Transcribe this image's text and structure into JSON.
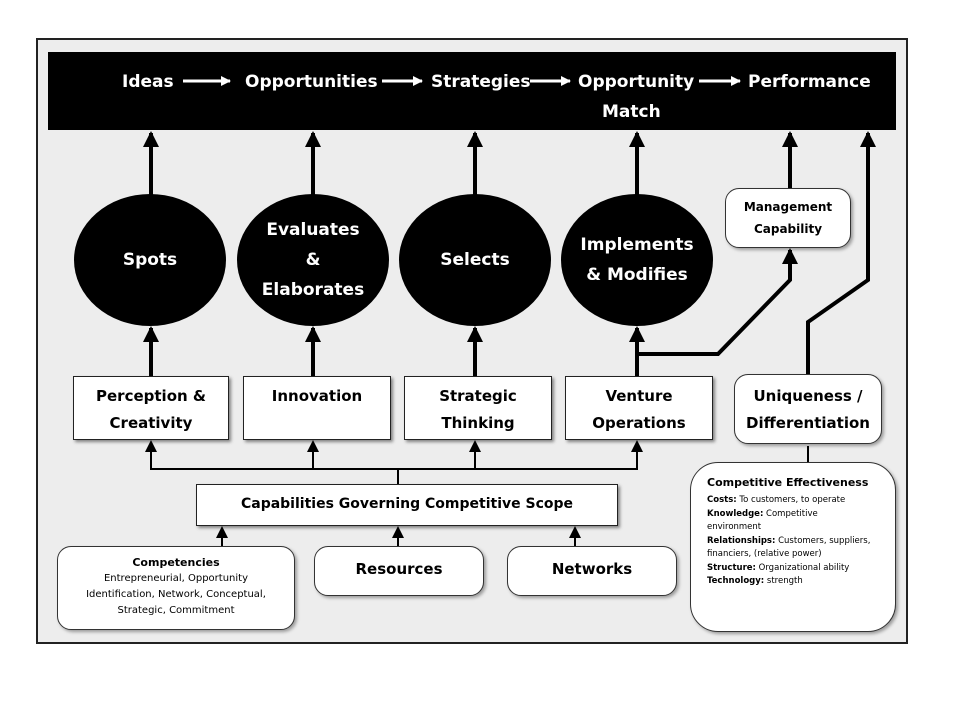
{
  "top_bar": {
    "ideas": "Ideas",
    "opportunities": "Opportunities",
    "strategies": "Strategies",
    "opportunity": "Opportunity",
    "match": "Match",
    "performance": "Performance"
  },
  "circles": {
    "spots": "Spots",
    "evaluates": "Evaluates",
    "amp": "&",
    "elaborates": "Elaborates",
    "selects": "Selects",
    "implements": "Implements",
    "modifies": "& Modifies"
  },
  "management": {
    "line1": "Management",
    "line2": "Capability"
  },
  "capabilities": {
    "perception_line1": "Perception &",
    "perception_line2": "Creativity",
    "innovation": "Innovation",
    "strategic_line1": "Strategic",
    "strategic_line2": "Thinking",
    "venture_line1": "Venture",
    "venture_line2": "Operations"
  },
  "uniqueness": {
    "line1": "Uniqueness /",
    "line2": "Differentiation"
  },
  "scope": "Capabilities Governing Competitive Scope",
  "competencies": {
    "title": "Competencies",
    "line1": "Entrepreneurial, Opportunity",
    "line2": "Identification, Network, Conceptual,",
    "line3": "Strategic, Commitment"
  },
  "resources": "Resources",
  "networks": "Networks",
  "competitive_effectiveness": {
    "title": "Competitive Effectiveness",
    "costs_label": "Costs:",
    "costs_text": "To customers, to operate",
    "knowledge_label": "Knowledge:",
    "knowledge_text": "Competitive",
    "knowledge_text2": "environment",
    "relationships_label": "Relationships:",
    "relationships_text": "Customers, suppliers,",
    "relationships_text2": "financiers, (relative power)",
    "structure_label": "Structure:",
    "structure_text": "Organizational ability",
    "technology_label": "Technology:",
    "technology_text": "strength"
  }
}
